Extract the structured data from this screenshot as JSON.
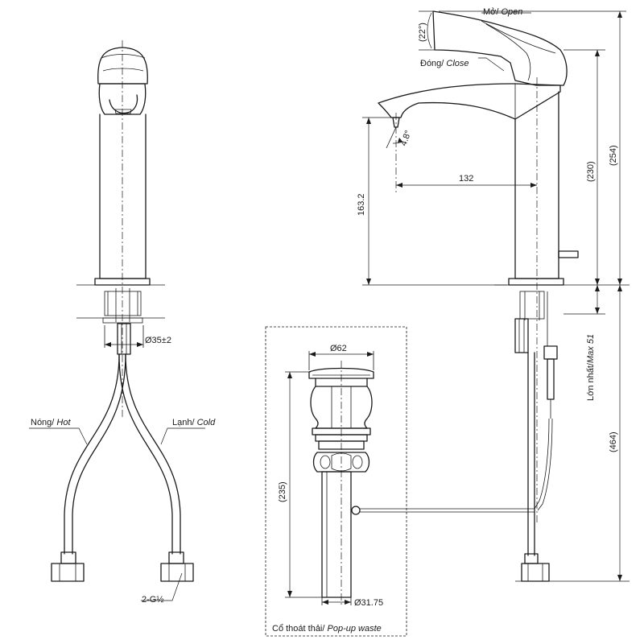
{
  "labels": {
    "open_vi": "Mở/",
    "open_en": "Open",
    "close_vi": "Đóng/",
    "close_en": "Close",
    "hot_vi": "Nóng/",
    "hot_en": "Hot",
    "cold_vi": "Lạnh/",
    "cold_en": "Cold",
    "popup_vi": "Cổ thoát thải/",
    "popup_en": "Pop-up waste",
    "max_vi": "Lớn nhất/",
    "max_en": "Max 51",
    "thread": "2-G½"
  },
  "dimensions": {
    "handle_angle": "(22°)",
    "spout_angle": "4.8°",
    "spout_reach": "132",
    "spout_height": "163.2",
    "height_230": "(230)",
    "height_254": "(254)",
    "hose_length": "(464)",
    "hole_diameter": "Ø35±2",
    "waste_top_diameter": "Ø62",
    "waste_length": "(235)",
    "waste_pipe_diameter": "Ø31.75"
  }
}
